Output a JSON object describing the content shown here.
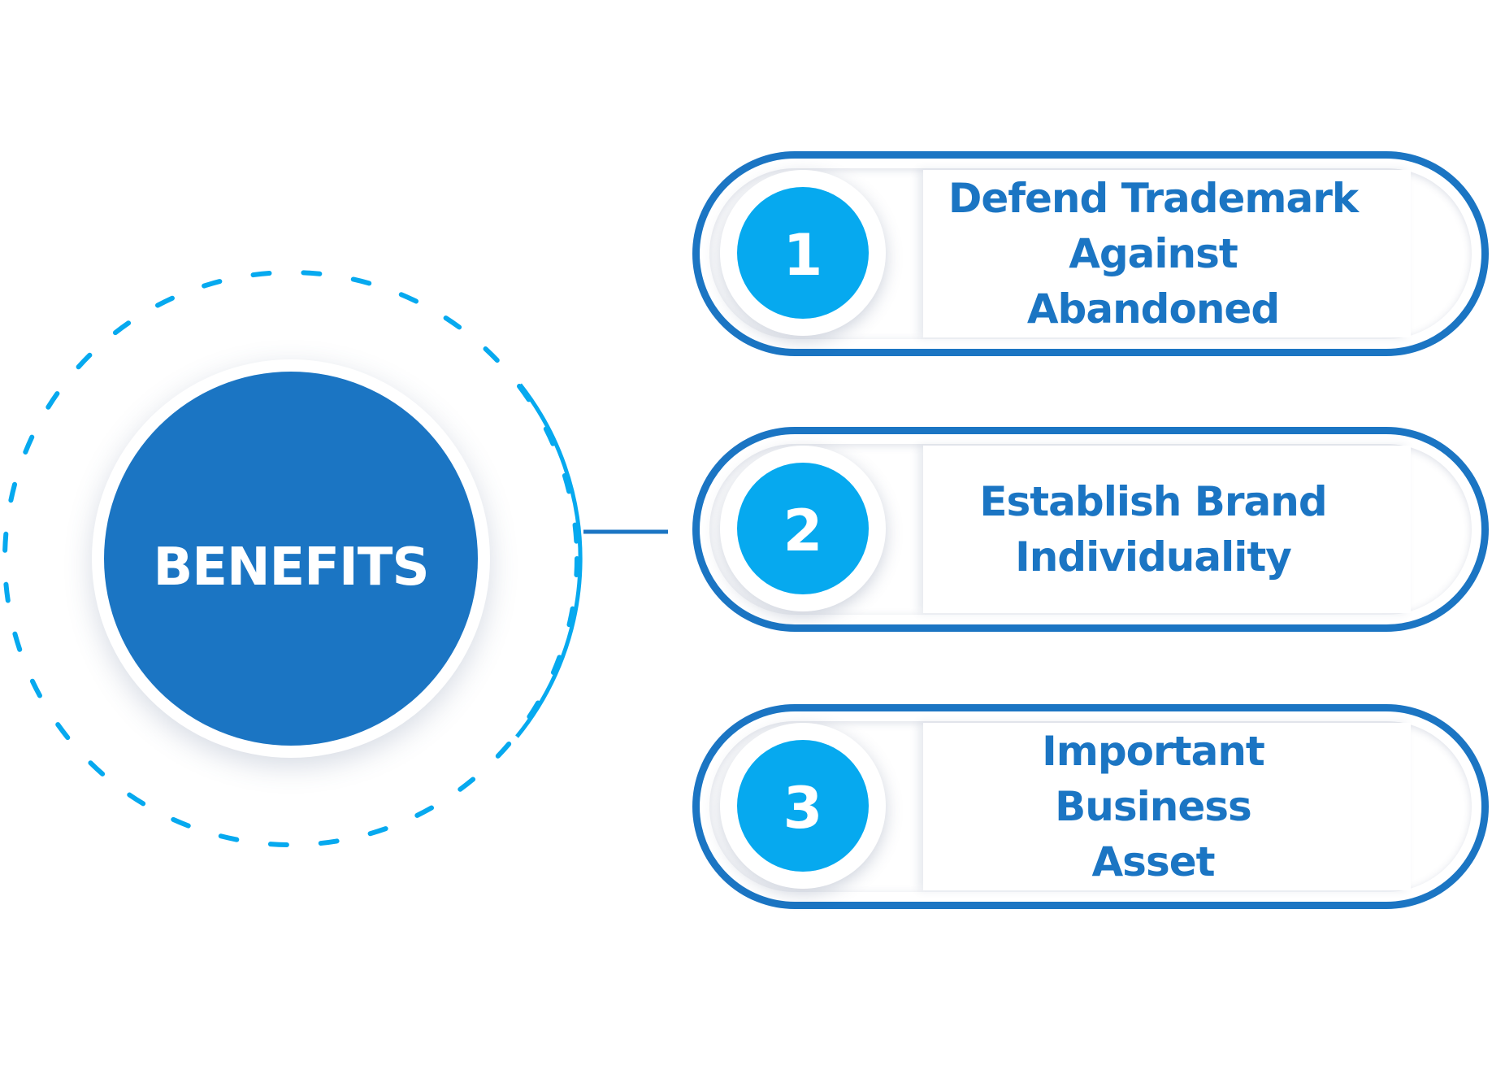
{
  "hub": {
    "label": "BENEFITS"
  },
  "benefits": [
    {
      "number": "1",
      "line1": "Defend Trademark",
      "line2": "Against Abandoned"
    },
    {
      "number": "2",
      "line1": "Establish Brand",
      "line2": "Individuality"
    },
    {
      "number": "3",
      "line1": "Important Business",
      "line2": "Asset"
    }
  ],
  "colors": {
    "primary_blue": "#1b75c3",
    "accent_cyan": "#06a9ef",
    "background": "#ffffff"
  }
}
